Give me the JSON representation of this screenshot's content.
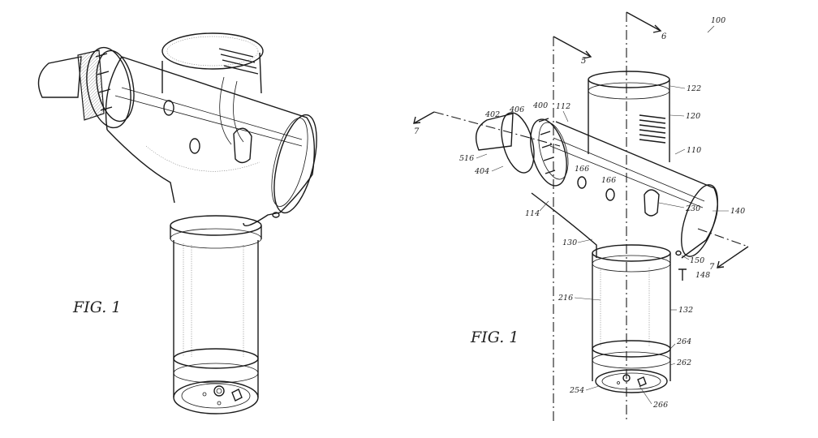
{
  "left_figure": {
    "caption": "FIG. 1"
  },
  "right_figure": {
    "caption": "FIG. 1",
    "device_ref": "100",
    "section_marks": {
      "s5": "5",
      "s6": "6",
      "s7_left": "7",
      "s7_right": "7"
    },
    "reference_numerals": {
      "n122": "122",
      "n120": "120",
      "n110": "110",
      "n112": "112",
      "n400": "400",
      "n406": "406",
      "n402": "402",
      "n516": "516",
      "n404": "404",
      "n166a": "166",
      "n166b": "166",
      "n114": "114",
      "n230": "230",
      "n140": "140",
      "n130": "130",
      "n150": "150",
      "n148": "148",
      "n216": "216",
      "n132": "132",
      "n264": "264",
      "n262": "262",
      "n254": "254",
      "n266": "266"
    }
  }
}
